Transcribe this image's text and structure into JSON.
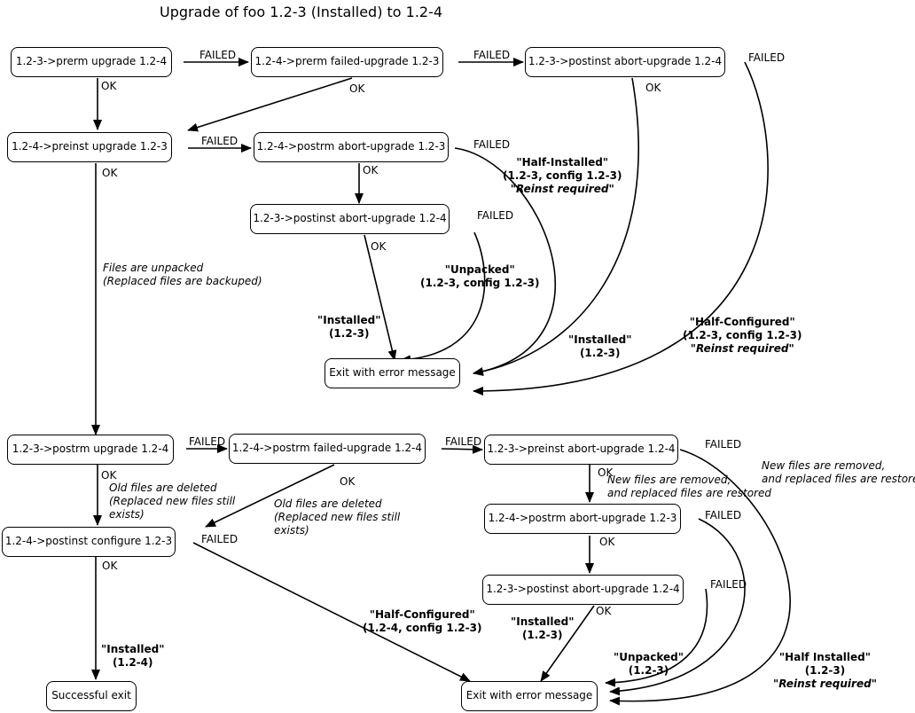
{
  "title": "Upgrade of foo 1.2-3 (Installed) to 1.2-4",
  "nodes": {
    "n1": "1.2-3->prerm upgrade 1.2-4",
    "n2": "1.2-4->prerm failed-upgrade 1.2-3",
    "n3": "1.2-3->postinst abort-upgrade 1.2-4",
    "n4": "1.2-4->preinst upgrade 1.2-3",
    "n5": "1.2-4->postrm abort-upgrade 1.2-3",
    "n6": "1.2-3->postinst abort-upgrade 1.2-4",
    "n7": "Exit with error message",
    "n8": "1.2-3->postrm upgrade 1.2-4",
    "n9": "1.2-4->postrm failed-upgrade 1.2-4",
    "n10": "1.2-3->preinst abort-upgrade 1.2-4",
    "n11": "1.2-4->postinst configure 1.2-3",
    "n12": "1.2-4->postrm abort-upgrade 1.2-3",
    "n13": "1.2-3->postinst abort-upgrade 1.2-4",
    "n14": "Successful exit",
    "n15": "Exit with error message"
  },
  "edge_labels": {
    "failed": "FAILED",
    "ok": "OK"
  },
  "states": {
    "half_installed_1": {
      "line1": "\"Half-Installed\"",
      "line2": "(1.2-3, config 1.2-3)",
      "line3": "\"Reinst required\""
    },
    "unpacked_1": {
      "line1": "\"Unpacked\"",
      "line2": "(1.2-3, config 1.2-3)"
    },
    "installed_1": {
      "line1": "\"Installed\"",
      "line2": "(1.2-3)"
    },
    "installed_2": {
      "line1": "\"Installed\"",
      "line2": "(1.2-3)"
    },
    "half_configured_1": {
      "line1": "\"Half-Configured\"",
      "line2": "(1.2-3, config 1.2-3)",
      "line3": "\"Reinst required\""
    },
    "installed_3": {
      "line1": "\"Installed\"",
      "line2": "(1.2-4)"
    },
    "half_configured_2": {
      "line1": "\"Half-Configured\"",
      "line2": "(1.2-4, config 1.2-3)"
    },
    "installed_4": {
      "line1": "\"Installed\"",
      "line2": "(1.2-3)"
    },
    "unpacked_2": {
      "line1": "\"Unpacked\"",
      "line2": "(1.2-3)"
    },
    "half_installed_2": {
      "line1": "\"Half Installed\"",
      "line2": "(1.2-3)",
      "line3": "\"Reinst required\""
    }
  },
  "notes": {
    "unpacked": {
      "line1": "Files are unpacked",
      "line2": "(Replaced files are backuped)"
    },
    "deleted_1": {
      "line1": "Old files are deleted",
      "line2": "(Replaced new files still",
      "line3": "exists)"
    },
    "deleted_2": {
      "line1": "Old files are deleted",
      "line2": "(Replaced new files still",
      "line3": "exists)"
    },
    "removed_1": {
      "line1": "New files are removed,",
      "line2": "and replaced files are restored"
    },
    "removed_2": {
      "line1": "New files are removed,",
      "line2": "and replaced files are restored"
    }
  }
}
